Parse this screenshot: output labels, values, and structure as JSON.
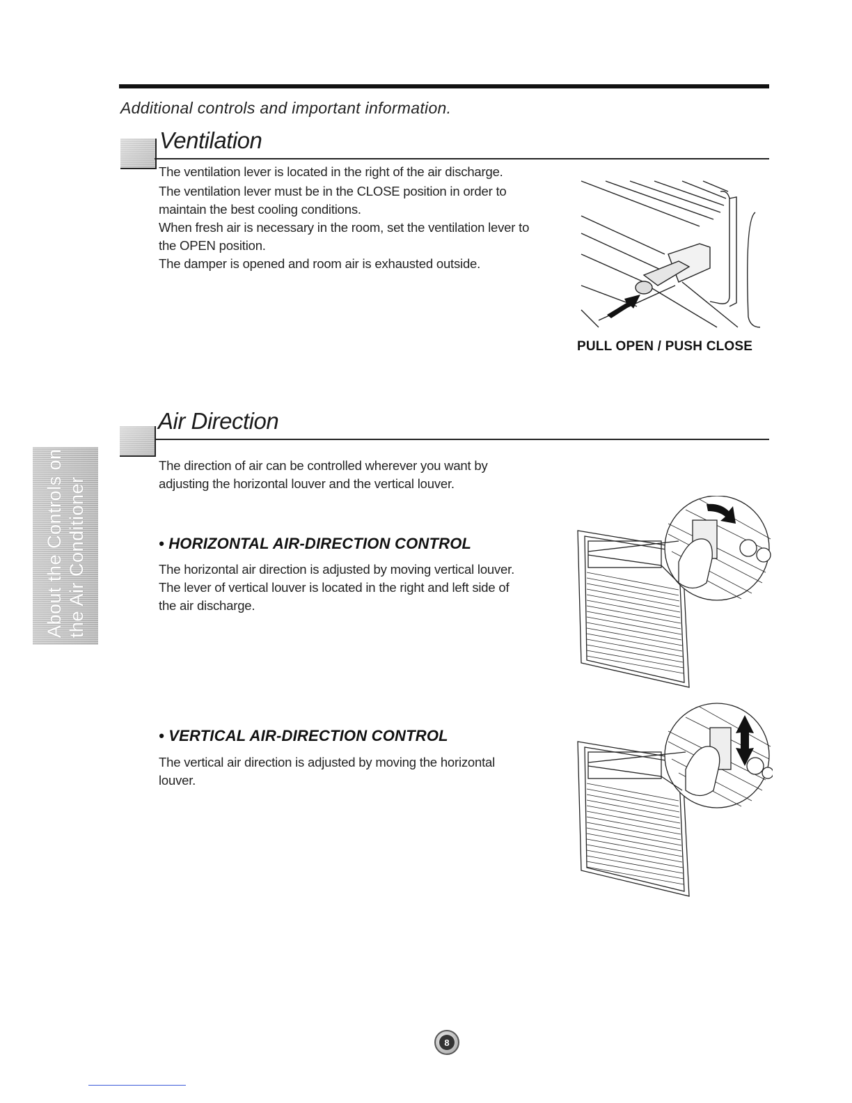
{
  "intro": "Additional controls and important information.",
  "ventilation": {
    "title": "Ventilation",
    "lines": [
      "The ventilation lever is located in the right of the air discharge.",
      "The ventilation lever must be in the CLOSE position in order to",
      "maintain the best cooling conditions.",
      "When fresh air is necessary in the room, set the ventilation lever to",
      "the OPEN position.",
      "The damper is opened and room air is exhausted outside."
    ],
    "caption": "PULL OPEN / PUSH CLOSE"
  },
  "air_direction": {
    "title": "Air Direction",
    "lines": [
      "The direction of air can be controlled wherever you want by",
      "adjusting the horizontal louver and the vertical louver."
    ],
    "horizontal": {
      "heading": "• HORIZONTAL AIR-DIRECTION CONTROL",
      "lines": [
        "The horizontal air direction is adjusted by moving vertical louver.",
        "The lever of vertical louver is located in the right and left side of",
        "the air discharge."
      ]
    },
    "vertical": {
      "heading": "• VERTICAL AIR-DIRECTION CONTROL",
      "lines": [
        "The vertical air direction is adjusted by moving the horizontal",
        "louver."
      ]
    }
  },
  "side_tab": {
    "line1": "About the Controls on",
    "line2": "the Air Conditioner"
  },
  "page_number": "8"
}
